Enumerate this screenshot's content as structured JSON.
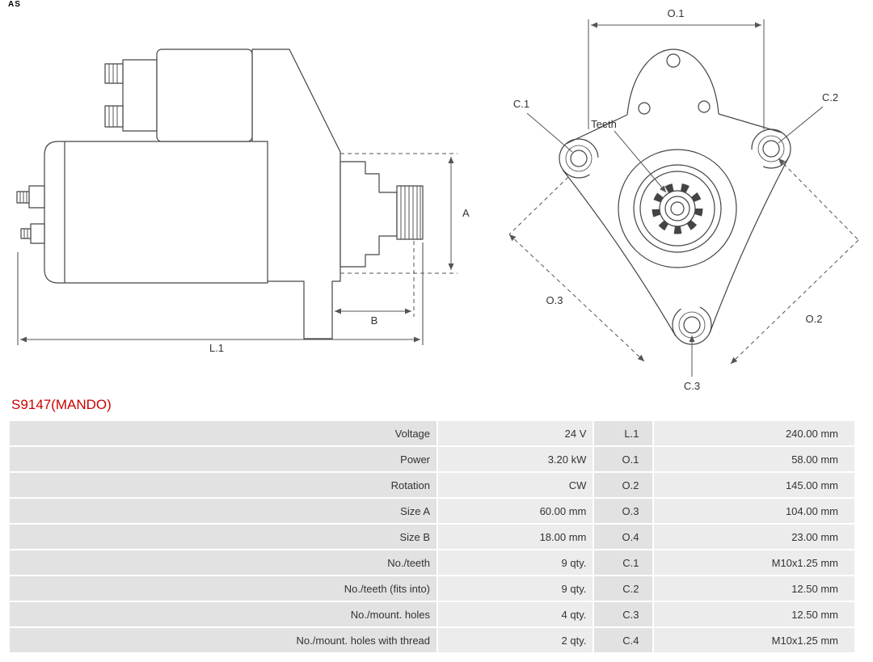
{
  "brand": {
    "logo_text": "AS"
  },
  "part": {
    "number": "S9147(MANDO)"
  },
  "colors": {
    "part_number": "#cc0000",
    "cell_dark": "#e2e2e2",
    "cell_light": "#ececec"
  },
  "diagram": {
    "side_view": {
      "length": "L.1",
      "size_a": "A",
      "size_b": "B"
    },
    "front_view": {
      "o1": "O.1",
      "o2": "O.2",
      "o3": "O.3",
      "c1": "C.1",
      "c2": "C.2",
      "c3": "C.3",
      "teeth": "Teeth"
    }
  },
  "spec_table": {
    "rows": [
      {
        "label": "Voltage",
        "value": "24 V",
        "dim": "L.1",
        "dim_value": "240.00 mm"
      },
      {
        "label": "Power",
        "value": "3.20 kW",
        "dim": "O.1",
        "dim_value": "58.00 mm"
      },
      {
        "label": "Rotation",
        "value": "CW",
        "dim": "O.2",
        "dim_value": "145.00 mm"
      },
      {
        "label": "Size A",
        "value": "60.00 mm",
        "dim": "O.3",
        "dim_value": "104.00 mm"
      },
      {
        "label": "Size B",
        "value": "18.00 mm",
        "dim": "O.4",
        "dim_value": "23.00 mm"
      },
      {
        "label": "No./teeth",
        "value": "9 qty.",
        "dim": "C.1",
        "dim_value": "M10x1.25 mm"
      },
      {
        "label": "No./teeth (fits into)",
        "value": "9 qty.",
        "dim": "C.2",
        "dim_value": "12.50 mm"
      },
      {
        "label": "No./mount. holes",
        "value": "4 qty.",
        "dim": "C.3",
        "dim_value": "12.50 mm"
      },
      {
        "label": "No./mount. holes with thread",
        "value": "2 qty.",
        "dim": "C.4",
        "dim_value": "M10x1.25 mm"
      }
    ]
  }
}
